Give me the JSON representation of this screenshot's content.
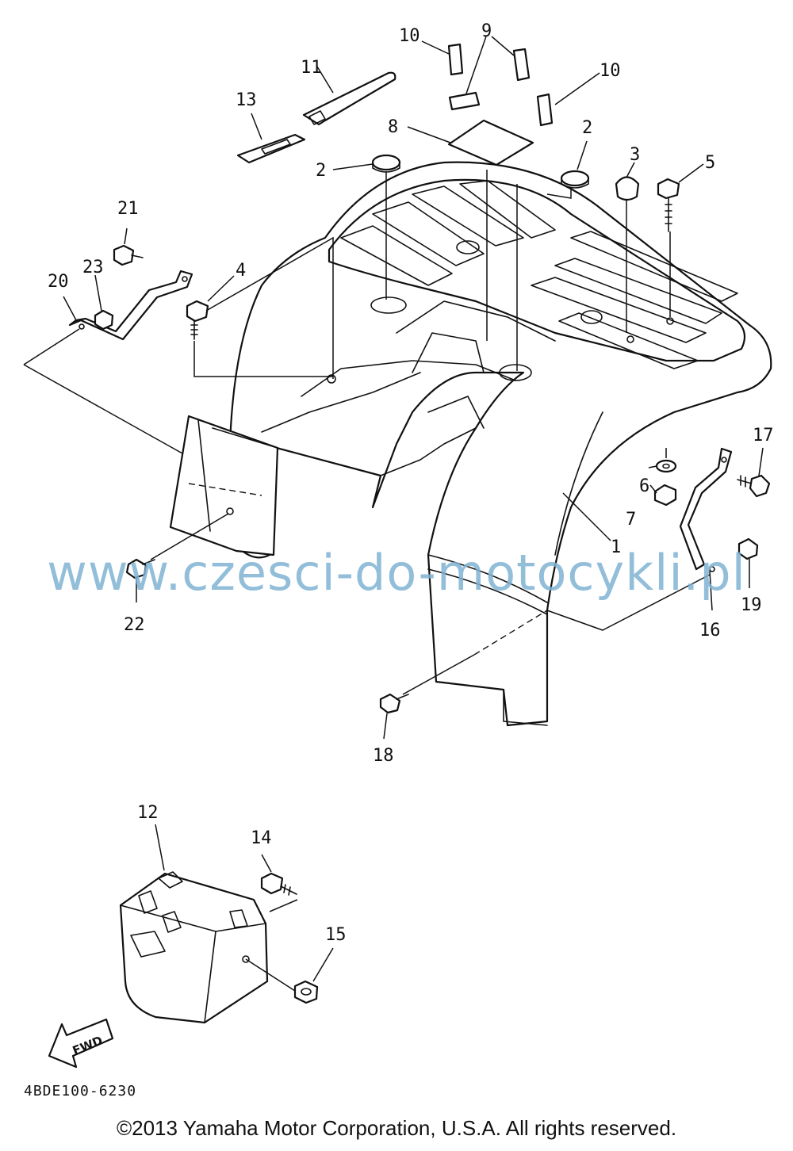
{
  "callouts": [
    "1",
    "2",
    "2",
    "3",
    "4",
    "5",
    "6",
    "7",
    "8",
    "9",
    "10",
    "10",
    "11",
    "12",
    "13",
    "14",
    "15",
    "16",
    "17",
    "18",
    "19",
    "20",
    "21",
    "22",
    "23"
  ],
  "fwd_label": "FWD",
  "diagram_ref": "4BDE100-6230",
  "watermark": "www.czesci-do-motocykli.pl",
  "copyright": "©2013 Yamaha Motor Corporation, U.S.A. All rights reserved."
}
